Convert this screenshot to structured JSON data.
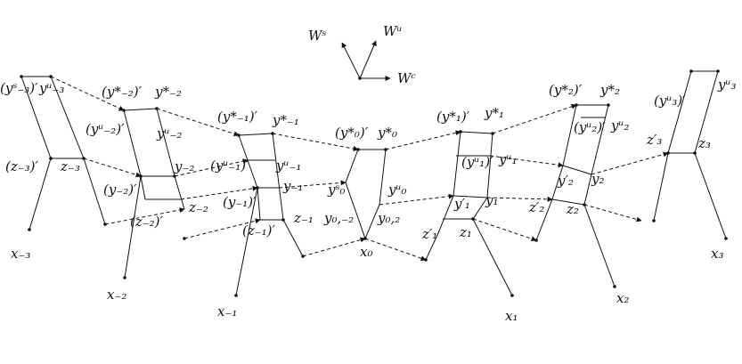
{
  "axes_labels": {
    "stable": "Wˢ",
    "unstable": "Wᵘ",
    "center": "Wᶜ"
  },
  "labels": {
    "x_m3": "x₋₃",
    "ys_m3p": "(yˢ₋₃)′",
    "yu_m3": "yᵘ₋₃",
    "z_m3p": "(z₋₃)′",
    "z_m3": "z₋₃",
    "x_m2": "x₋₂",
    "ys_m2p": "(y*₋₂)′",
    "ys_m2": "y*₋₂",
    "yu_m2p": "(yᵘ₋₂)′",
    "yu_m2": "yᵘ₋₂",
    "y_m2": "y₋₂",
    "y_m2p": "(y₋₂)′",
    "z_m2": "z₋₂",
    "z_m2p": "(z₋₂)′",
    "x_m1": "x₋₁",
    "ys_m1p": "(y*₋₁)′",
    "ys_m1": "y*₋₁",
    "yu_m1p": "(yᵘ₋₁)′",
    "yu_m1": "yᵘ₋₁",
    "y_m1": "y₋₁",
    "y_m1p": "(y₋₁)′",
    "z_m1": "z₋₁",
    "z_m1p": "(z₋₁)′",
    "x_0": "x₀",
    "ys_0p": "(y*₀)′",
    "ys_0": "y*₀",
    "y0s": "yˢ₀",
    "y0u": "yᵘ₀",
    "y0m2": "y₀,₋₂",
    "y02": "y₀,₂",
    "x_1": "x₁",
    "ys_1p": "(y*₁)′",
    "ys_1": "y*₁",
    "yu_1p": "(yᵘ₁)′",
    "yu_1": "yᵘ₁",
    "y_1p": "y′₁",
    "y_1": "y₁",
    "z_1p": "z′₁",
    "z_1": "z₁",
    "x_2": "x₂",
    "ys_2p": "(y*₂)′",
    "ys_2": "y*₂",
    "yu_2p": "(yᵘ₂)′",
    "yu_2": "yᵘ₂",
    "y_2p": "y′₂",
    "y_2": "y₂",
    "z_2p": "z′₂",
    "z_2": "z₂",
    "x_3": "x₃",
    "yu_3p": "(yᵘ₃)′",
    "yu_3": "yᵘ₃",
    "z_3p": "z′₃",
    "z_3": "z₃"
  },
  "colors": {
    "ink": "#111111",
    "background": "#ffffff"
  }
}
